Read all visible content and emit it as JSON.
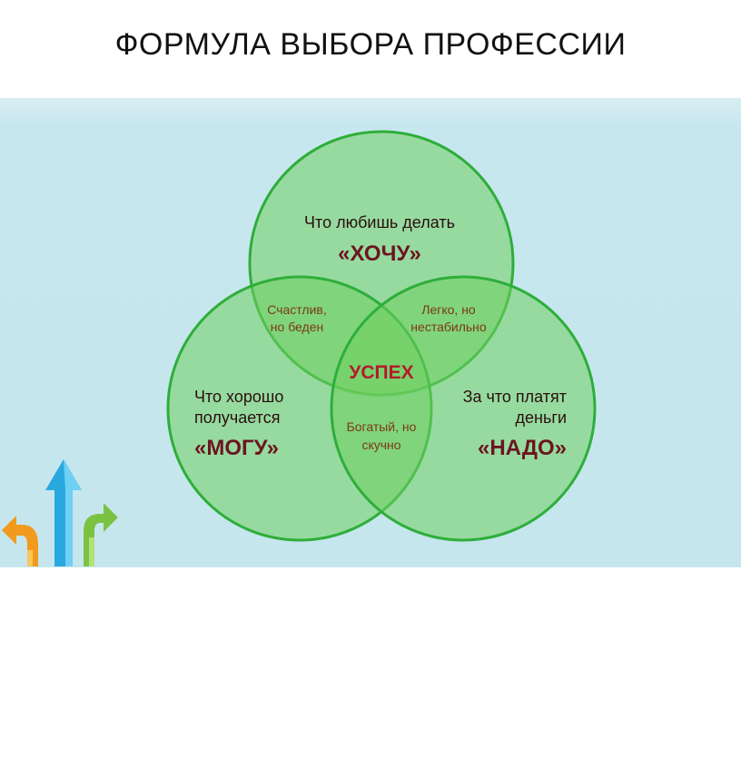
{
  "title": "ФОРМУЛА ВЫБОРА ПРОФЕССИИ",
  "colors": {
    "background_band": "#c6e6ee",
    "circle_fill": "#6fcf5f",
    "circle_stroke": "#2eae3a",
    "label_dark": "#2a0f0f",
    "label_accent": "#6b1520",
    "center": "#b31b2a",
    "overlap_text": "#7a3a10"
  },
  "circles": {
    "top": {
      "line1": "Что любишь делать",
      "emphasis": "«ХОЧУ»"
    },
    "left": {
      "line1": "Что хорошо",
      "line2": "получается",
      "emphasis": "«МОГУ»"
    },
    "right": {
      "line1": "За что платят",
      "line2": "деньги",
      "emphasis": "«НАДО»"
    }
  },
  "overlaps": {
    "top_left": {
      "line1": "Счастлив,",
      "line2": "но беден"
    },
    "top_right": {
      "line1": "Легко, но",
      "line2": "нестабильно"
    },
    "left_right": {
      "line1": "Богатый, но",
      "line2": "скучно"
    }
  },
  "center": "УСПЕХ",
  "logo": {
    "icon": "branching-arrows-logo"
  }
}
